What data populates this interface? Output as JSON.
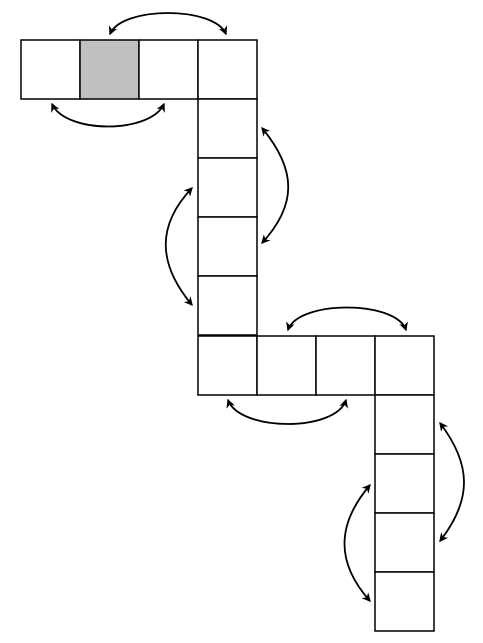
{
  "diagram": {
    "colors": {
      "background": "#ffffff",
      "stroke": "#000000",
      "cell_fill": "#ffffff",
      "highlight_fill": "#c0c0c0"
    },
    "cells": [
      {
        "id": "c1",
        "highlighted": false
      },
      {
        "id": "c2",
        "highlighted": true
      },
      {
        "id": "c3",
        "highlighted": false
      },
      {
        "id": "c4",
        "highlighted": false
      },
      {
        "id": "c5",
        "highlighted": false
      },
      {
        "id": "c6",
        "highlighted": false
      },
      {
        "id": "c7",
        "highlighted": false
      },
      {
        "id": "c8",
        "highlighted": false
      },
      {
        "id": "c9",
        "highlighted": false
      },
      {
        "id": "c10",
        "highlighted": false
      },
      {
        "id": "c11",
        "highlighted": false
      },
      {
        "id": "c12",
        "highlighted": false
      },
      {
        "id": "c13",
        "highlighted": false
      },
      {
        "id": "c14",
        "highlighted": false
      },
      {
        "id": "c15",
        "highlighted": false
      },
      {
        "id": "c16",
        "highlighted": false
      }
    ],
    "arrow_count": 8,
    "arrow_style": "double-headed curved"
  }
}
